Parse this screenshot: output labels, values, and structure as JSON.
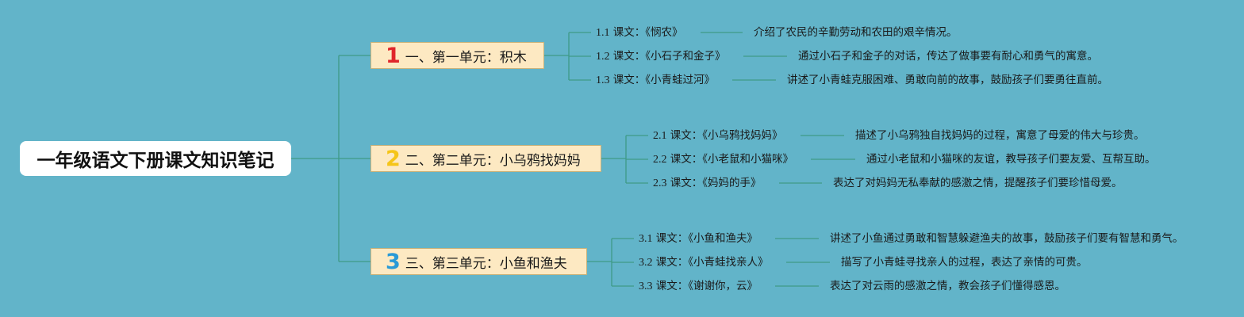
{
  "root": {
    "title": "一年级语文下册课文知识笔记"
  },
  "units": [
    {
      "num": "1",
      "color": "#e0262b",
      "label": "一、第一单元：积木",
      "lessons": [
        {
          "num": "1.1",
          "prefix": " 课文：",
          "title": "《悯农》",
          "desc": "介绍了农民的辛勤劳动和农田的艰辛情况。"
        },
        {
          "num": "1.2",
          "prefix": " 课文：",
          "title": "《小石子和金子》",
          "desc": "通过小石子和金子的对话，传达了做事要有耐心和勇气的寓意。"
        },
        {
          "num": "1.3",
          "prefix": " 课文：",
          "title": "《小青蛙过河》",
          "desc": "讲述了小青蛙克服困难、勇敢向前的故事，鼓励孩子们要勇往直前。"
        }
      ]
    },
    {
      "num": "2",
      "color": "#f5c518",
      "label": "二、第二单元：小乌鸦找妈妈",
      "lessons": [
        {
          "num": "2.1",
          "prefix": " 课文：",
          "title": "《小乌鸦找妈妈》",
          "desc": "描述了小乌鸦独自找妈妈的过程，寓意了母爱的伟大与珍贵。"
        },
        {
          "num": "2.2",
          "prefix": " 课文：",
          "title": "《小老鼠和小猫咪》",
          "desc": "通过小老鼠和小猫咪的友谊，教导孩子们要友爱、互帮互助。"
        },
        {
          "num": "2.3",
          "prefix": " 课文：",
          "title": "《妈妈的手》",
          "desc": "表达了对妈妈无私奉献的感激之情，提醒孩子们要珍惜母爱。"
        }
      ]
    },
    {
      "num": "3",
      "color": "#2a9ad6",
      "label": "三、第三单元：小鱼和渔夫",
      "lessons": [
        {
          "num": "3.1",
          "prefix": " 课文：",
          "title": "《小鱼和渔夫》",
          "desc": "讲述了小鱼通过勇敢和智慧躲避渔夫的故事，鼓励孩子们要有智慧和勇气。"
        },
        {
          "num": "3.2",
          "prefix": " 课文：",
          "title": "《小青蛙找亲人》",
          "desc": "描写了小青蛙寻找亲人的过程，表达了亲情的可贵。"
        },
        {
          "num": "3.3",
          "prefix": " 课文：",
          "title": "《谢谢你，云》",
          "desc": "表达了对云雨的感激之情，教会孩子们懂得感恩。"
        }
      ]
    }
  ],
  "colors": {
    "background": "#62b4c9",
    "line": "#3f9a86",
    "unit_fill": "#fde9c2"
  }
}
